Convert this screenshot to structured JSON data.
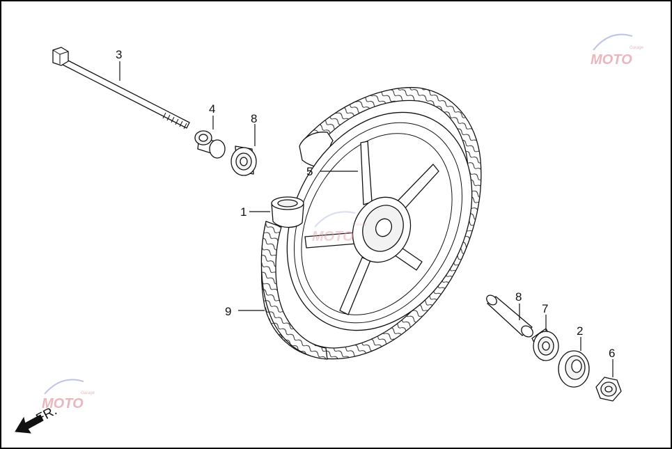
{
  "callouts": {
    "c1": "1",
    "c2": "2",
    "c3": "3",
    "c4": "4",
    "c5": "5",
    "c6": "6",
    "c7": "7",
    "c8a": "8",
    "c8b": "8",
    "c9": "9"
  },
  "direction": {
    "label": "FR."
  },
  "watermark": {
    "logo_text": "MOTO",
    "sub_text": "Garage",
    "color_red": "#e0a0a8",
    "color_blue": "#a8b0e0"
  }
}
